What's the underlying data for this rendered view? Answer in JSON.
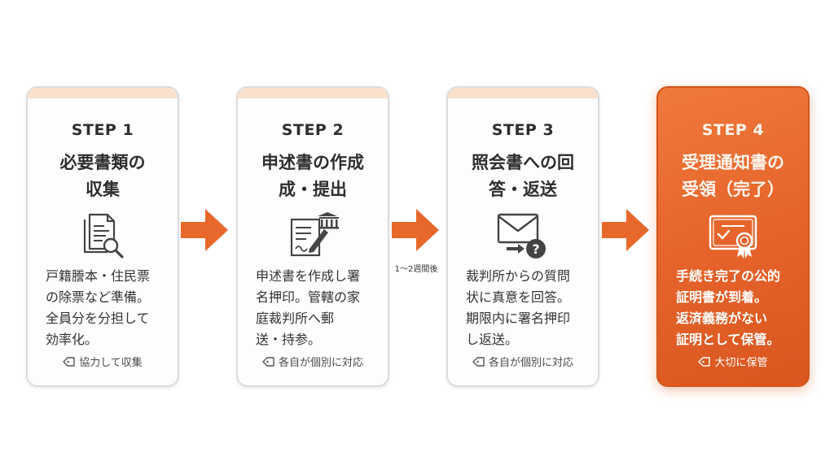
{
  "steps": [
    {
      "label": "STEP 1",
      "title": "必要書類の\n収集",
      "icon": "document-search-icon",
      "description": "戸籍謄本・住民票\nの除票など準備。\n全員分を分担して\n効率化。",
      "tag": "協力して収集"
    },
    {
      "label": "STEP 2",
      "title": "申述書の作成\n成・提出",
      "icon": "sign-document-court-icon",
      "description": "申述書を作成し署\n名押印。管轄の家\n庭裁判所へ郵\n送・持参。",
      "tag": "各自が個別に対応"
    },
    {
      "label": "STEP 3",
      "title": "照会書への回\n答・返送",
      "icon": "mail-question-icon",
      "description": "裁判所からの質問\n状に真意を回答。\n期限内に署名押印\nし返送。",
      "tag": "各自が個別に対応"
    },
    {
      "label": "STEP 4",
      "title": "受理通知書の\n受領（完了）",
      "icon": "certificate-icon",
      "description": "手続き完了の公的\n証明書が到着。\n返済義務がない\n証明として保管。",
      "tag": "大切に保管"
    }
  ],
  "between_label": "1〜2週間後",
  "colors": {
    "accent": "#e8682c",
    "card_border": "#dcdcdc",
    "card_topbar": "#fbe0cc",
    "final_card": "#e5622a"
  }
}
